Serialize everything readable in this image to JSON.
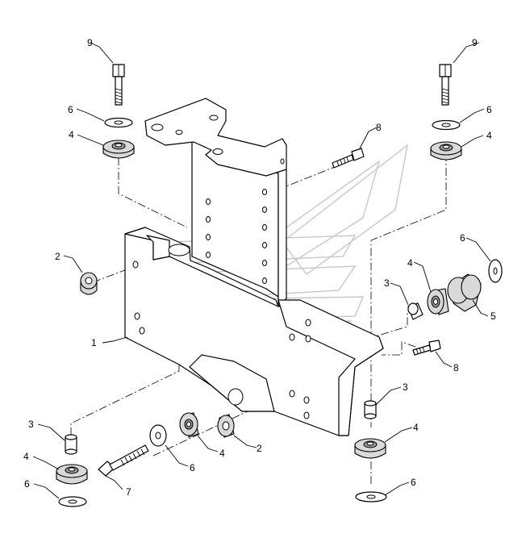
{
  "diagram": {
    "callouts": {
      "bolt_top_left": "9",
      "bolt_top_right": "9",
      "washer_top_left": "6",
      "washer_top_right": "6",
      "mount_top_left": "4",
      "mount_top_right": "4",
      "bolt_small_top": "8",
      "bolt_small_right": "8",
      "bushing_left": "2",
      "bushing_bottom": "2",
      "mount_right_assembly": "4",
      "washer_right_assembly": "6",
      "spacer_right_assembly": "3",
      "cylinder_right_assembly": "5",
      "bracket": "1",
      "spacer_lower_right": "3",
      "mount_lower_right": "4",
      "washer_lower_right": "6",
      "spacer_lower_left": "3",
      "mount_lower_left": "4",
      "washer_lower_left": "6",
      "bolt_long": "7",
      "washer_bottom_center": "6",
      "mount_bottom_center": "4"
    }
  }
}
